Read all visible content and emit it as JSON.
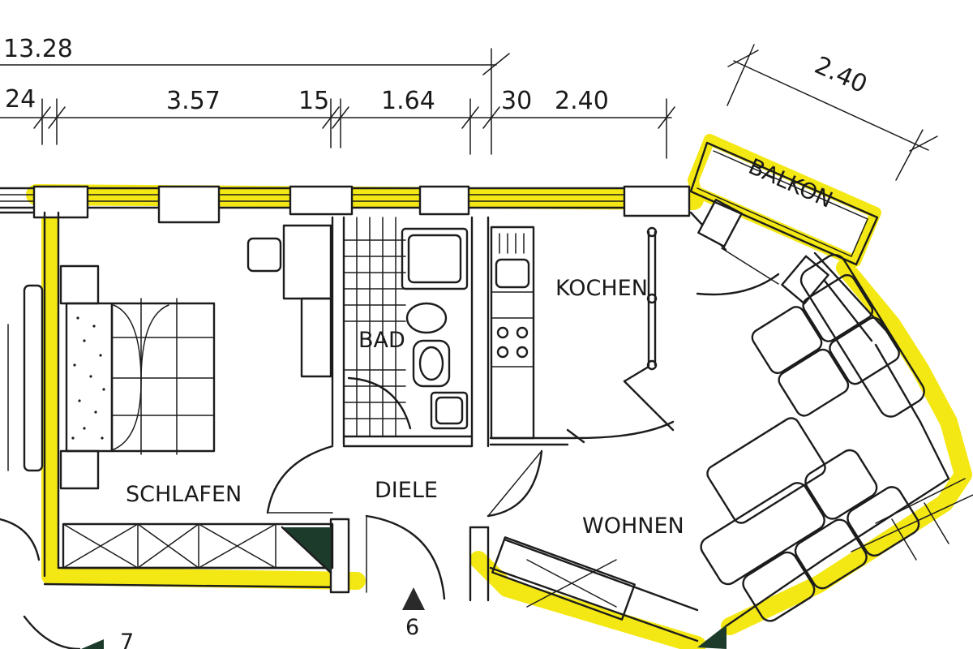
{
  "dimensions": {
    "total": "13.28",
    "d1": "24",
    "d2": "3.57",
    "d3": "15",
    "d4": "1.64",
    "d5": "30",
    "d6": "2.40",
    "balcony": "2.40"
  },
  "rooms": {
    "schlafen": "SCHLAFEN",
    "bad": "BAD",
    "kochen": "KOCHEN",
    "diele": "DIELE",
    "wohnen": "WOHNEN",
    "balkon": "BALKON"
  },
  "markers": {
    "stair_a": "6",
    "stair_b": "7"
  },
  "colors": {
    "highlight": "#f3e600",
    "ink": "#1c1c1c",
    "paper": "#ffffff"
  }
}
